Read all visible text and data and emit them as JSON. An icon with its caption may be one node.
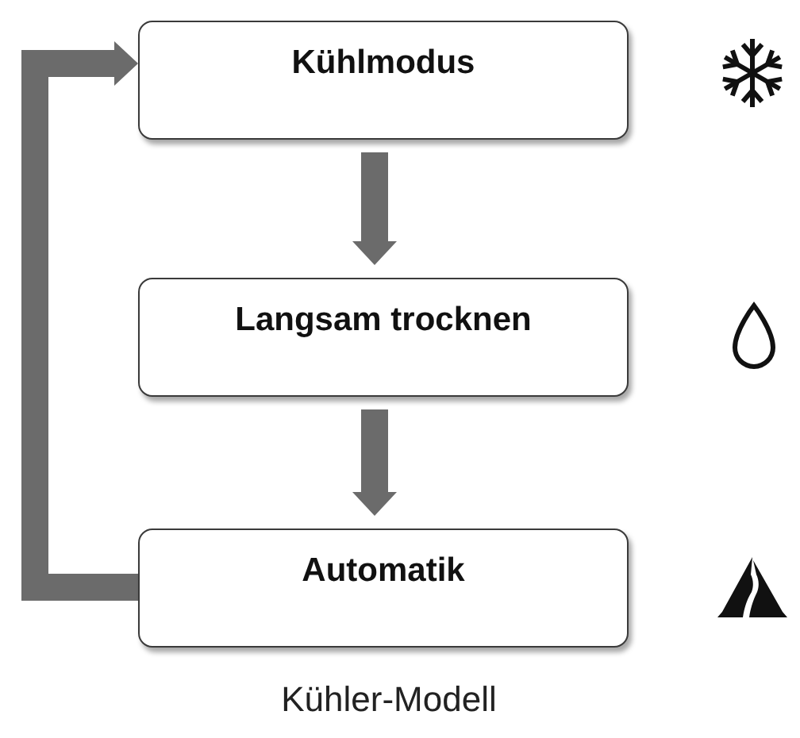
{
  "diagram": {
    "caption": "Kühler-Modell",
    "nodes": [
      {
        "text": [
          "Kühlmodus"
        ]
      },
      {
        "text": [
          "Langsam trocknen"
        ]
      },
      {
        "text": [
          "Automatik"
        ]
      }
    ],
    "edges": [
      {
        "from": 0,
        "to": 1,
        "arrow": "to"
      },
      {
        "from": 1,
        "to": 2,
        "arrow": "to"
      },
      {
        "from": 2,
        "to": 0,
        "arrow": "to"
      }
    ]
  }
}
